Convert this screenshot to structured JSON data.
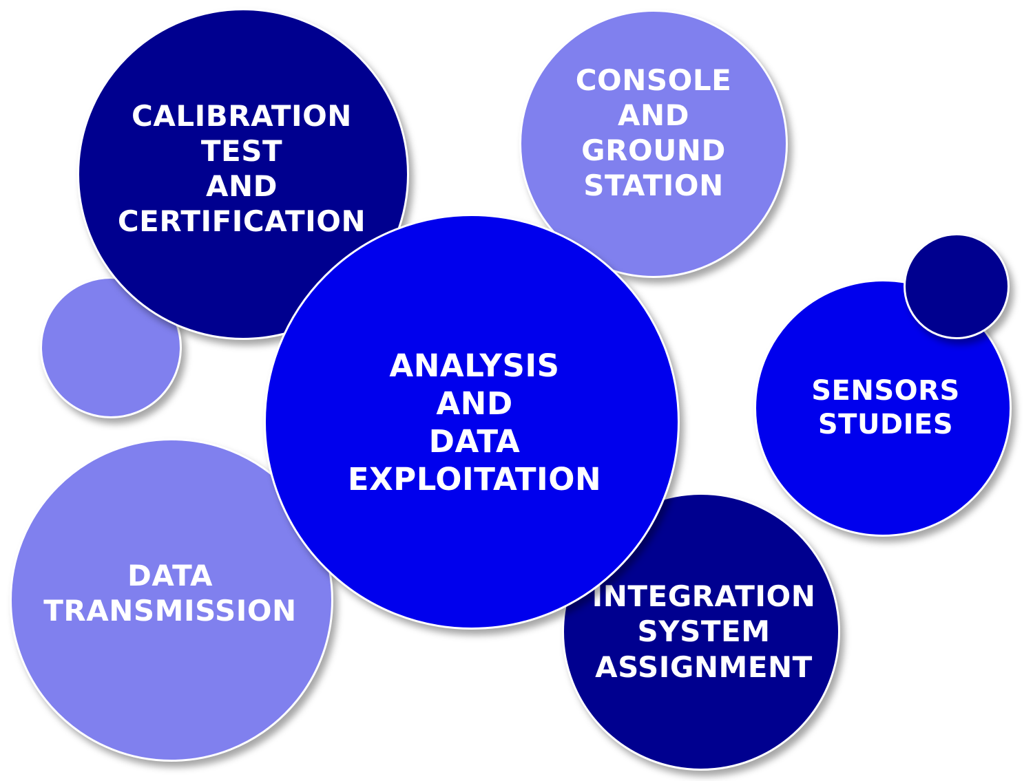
{
  "colors": {
    "dark_navy": "#00008f",
    "royal_blue": "#0000ed",
    "periwinkle": "#8080ee",
    "text": "#ffffff",
    "border": "#ffffff"
  },
  "nodes": {
    "calibration": {
      "lines": [
        "CALIBRATION",
        "TEST",
        "AND",
        "CERTIFICATION"
      ],
      "color": "#00008f"
    },
    "console": {
      "lines": [
        "CONSOLE",
        "AND",
        "GROUND",
        "STATION"
      ],
      "color": "#8080ee"
    },
    "analysis": {
      "lines": [
        "ANALYSIS",
        "AND",
        "DATA",
        "EXPLOITATION"
      ],
      "color": "#0000ed"
    },
    "sensors": {
      "lines": [
        "SENSORS",
        "STUDIES"
      ],
      "color": "#0000ed"
    },
    "data_transmission": {
      "lines": [
        "DATA",
        "TRANSMISSION"
      ],
      "color": "#8080ee"
    },
    "integration": {
      "lines": [
        "INTEGRATION",
        "SYSTEM",
        "ASSIGNMENT"
      ],
      "color": "#00008f"
    },
    "small_left": {
      "color": "#8080ee"
    },
    "small_right": {
      "color": "#00008f"
    }
  }
}
